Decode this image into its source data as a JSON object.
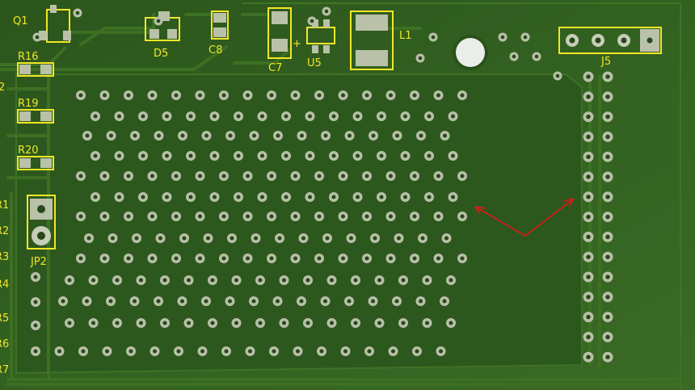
{
  "colors": {
    "board": "#2f5a1e",
    "board_dark": "#274d18",
    "trace": "#3d7023",
    "silkscreen": "#f2e629",
    "pad": "#b8c0a8",
    "hole": "#e9eeea",
    "annotation_arrow": "#e01818"
  },
  "silkscreen_labels": {
    "q1": "Q1",
    "d5": "D5",
    "c8": "C8",
    "c7": "C7",
    "u5": "U5",
    "l1": "L1",
    "j5": "J5",
    "r16": "R16",
    "r19": "R19",
    "r20": "R20",
    "r1": "R1",
    "r2": "R2",
    "r3": "R3",
    "r4": "R4",
    "r5": "R5",
    "r6": "R6",
    "r7": "R7",
    "jp2": "JP2",
    "plus_mark": "+",
    "cut_edge_2": "2"
  },
  "annotation": {
    "arrow_count": 2,
    "meaning": "points to perfboard via grid and header column"
  }
}
